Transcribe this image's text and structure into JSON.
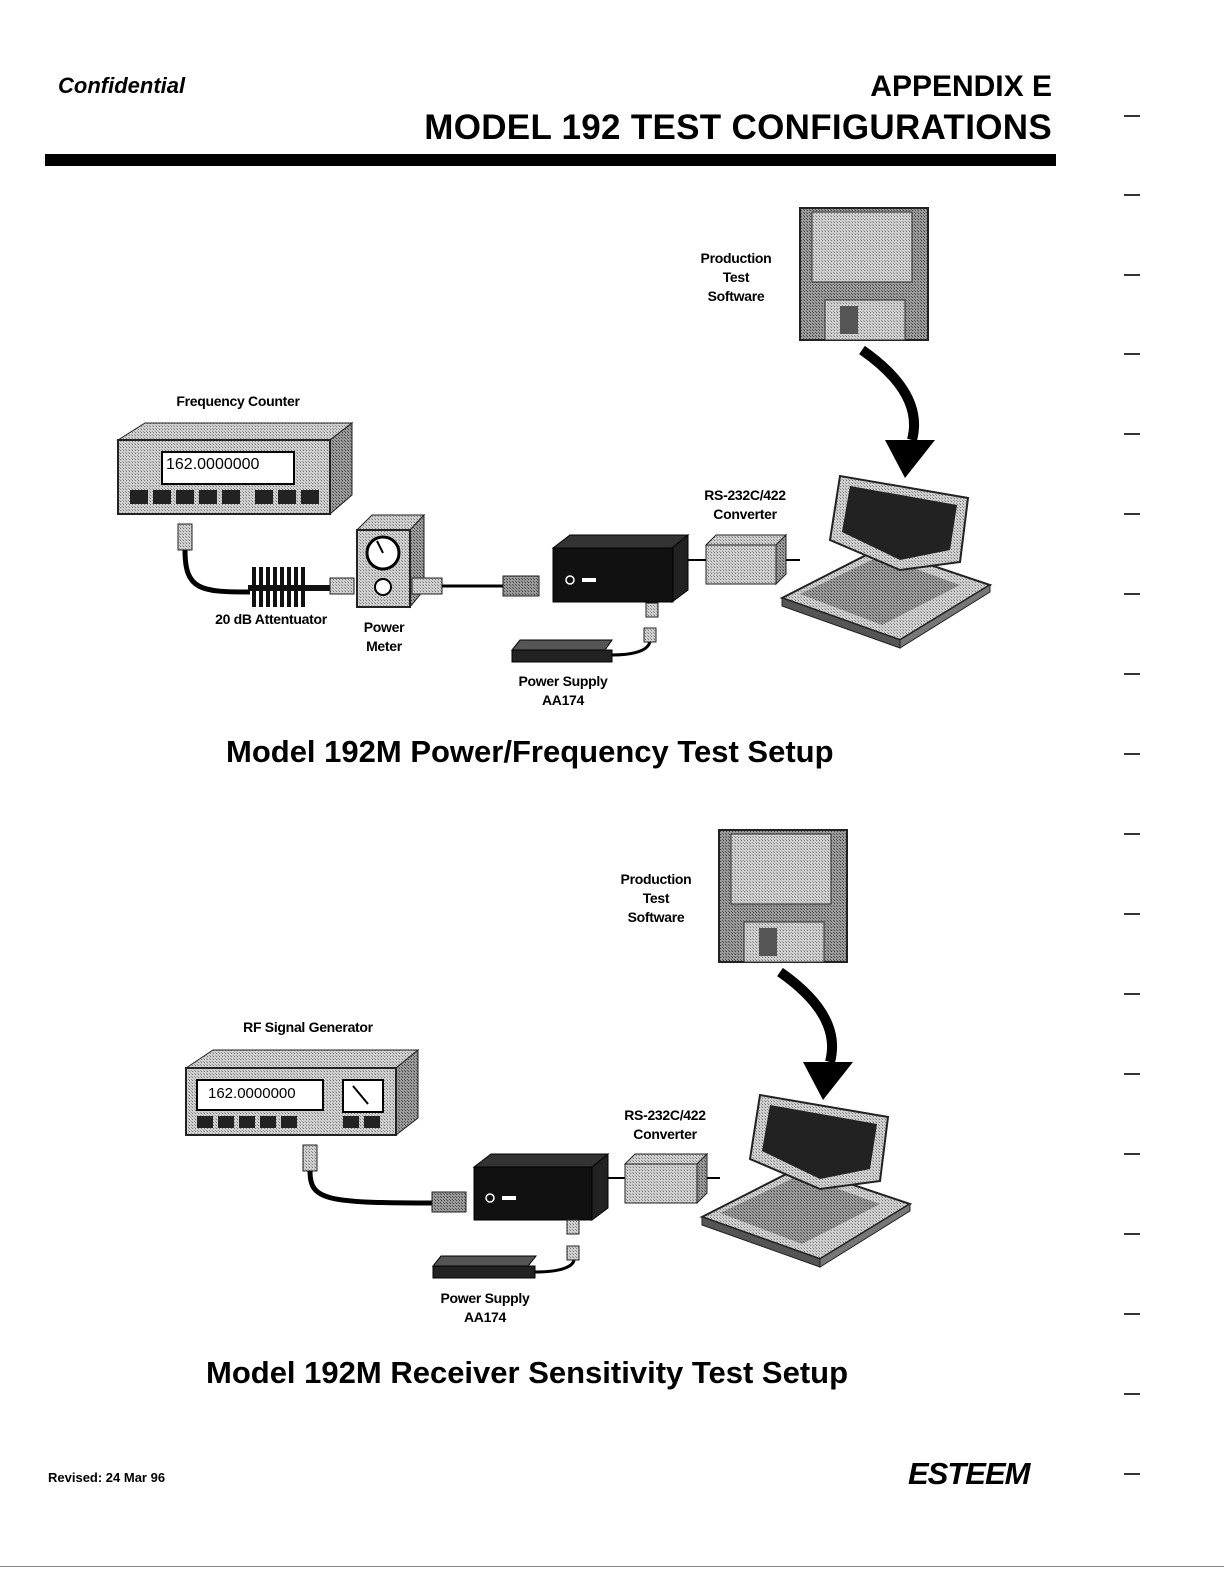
{
  "header": {
    "confidential": "Confidential",
    "appendix": "APPENDIX E",
    "title": "MODEL 192 TEST CONFIGURATIONS"
  },
  "setup1": {
    "software_label": [
      "Production",
      "Test",
      "Software"
    ],
    "frequency_counter_label": "Frequency Counter",
    "counter_display": "162.0000000",
    "attenuator_label": "20 dB Attentuator",
    "power_meter_label": [
      "Power",
      "Meter"
    ],
    "converter_label": [
      "RS-232C/422",
      "Converter"
    ],
    "power_supply_label": [
      "Power Supply",
      "AA174"
    ],
    "caption": "Model 192M Power/Frequency Test Setup"
  },
  "setup2": {
    "software_label": [
      "Production",
      "Test",
      "Software"
    ],
    "signal_generator_label": "RF Signal Generator",
    "generator_display": "162.0000000",
    "converter_label": [
      "RS-232C/422",
      "Converter"
    ],
    "power_supply_label": [
      "Power Supply",
      "AA174"
    ],
    "caption": "Model 192M Receiver Sensitivity Test Setup"
  },
  "footer": {
    "revised": "Revised:  24 Mar 96",
    "logo": "ESTEEM"
  }
}
